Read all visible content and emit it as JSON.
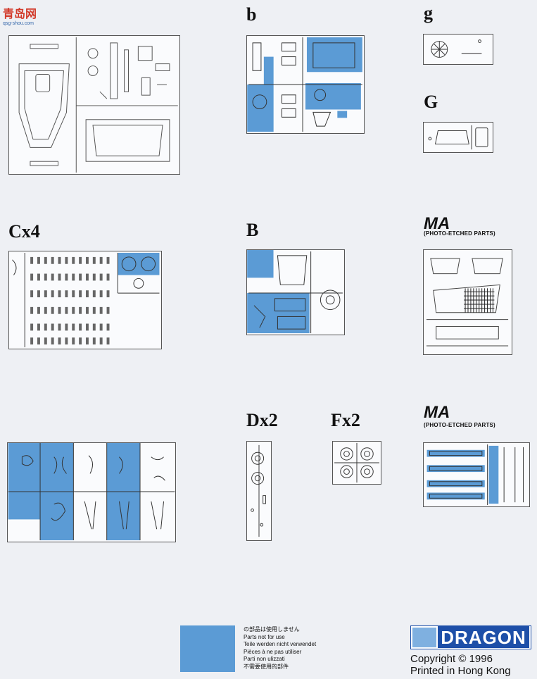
{
  "watermark": {
    "site_cn": "青岛网",
    "site_url": "qsg-shou.com"
  },
  "labels": {
    "b": "b",
    "g": "g",
    "G": "G",
    "cx4": "Cx4",
    "B": "B",
    "ma1": "MA",
    "ma1_sub": "(PHOTO-ETCHED PARTS)",
    "dx2": "Dx2",
    "fx2": "Fx2",
    "ma2": "MA",
    "ma2_sub": "(PHOTO-ETCHED PARTS)"
  },
  "legend": {
    "swatch_color": "#5b9bd5",
    "lines": [
      "の部品は使用しません",
      "Parts not for use",
      "Teile werden nicht verwendet",
      "Pièces à ne pas utiliser",
      "Parti non ulizzati",
      "不需要使用的部件"
    ]
  },
  "brand": {
    "logo": "DRAGON",
    "copyright": "Copyright © 1996",
    "printed": "Printed in Hong Kong"
  },
  "colors": {
    "unused_blue": "#5b9bd5",
    "outline": "#555555",
    "logo_blue": "#1d4fa8"
  }
}
